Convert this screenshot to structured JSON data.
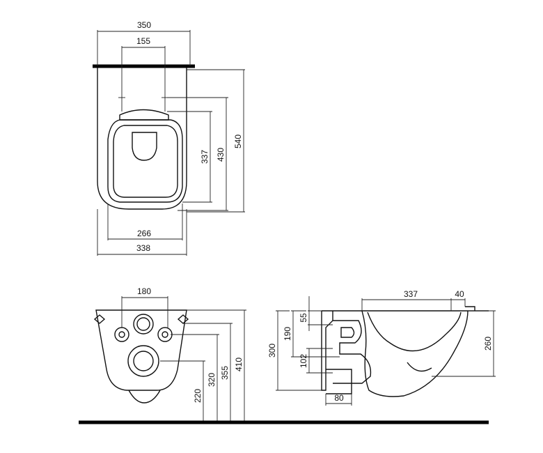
{
  "top_view": {
    "dim_width_overall": "350",
    "dim_bolt_spacing": "155",
    "dim_seat_width": "266",
    "dim_body_width": "338",
    "dim_bolt_to_bowl": "337",
    "dim_bolt_to_front": "430",
    "dim_overall_length": "540"
  },
  "front_view": {
    "dim_fixing_spacing": "180",
    "dim_outlet_height": "220",
    "dim_inlet_height": "320",
    "dim_fixing_height": "355",
    "dim_rim_height": "410"
  },
  "side_view": {
    "dim_rim_to_inlet": "55",
    "dim_rim_to_outlet": "190",
    "dim_overall_height": "300",
    "dim_outlet_spacing": "102",
    "dim_outlet_width": "80",
    "dim_depth": "337",
    "dim_wall_offset": "40",
    "dim_front_height": "260"
  }
}
